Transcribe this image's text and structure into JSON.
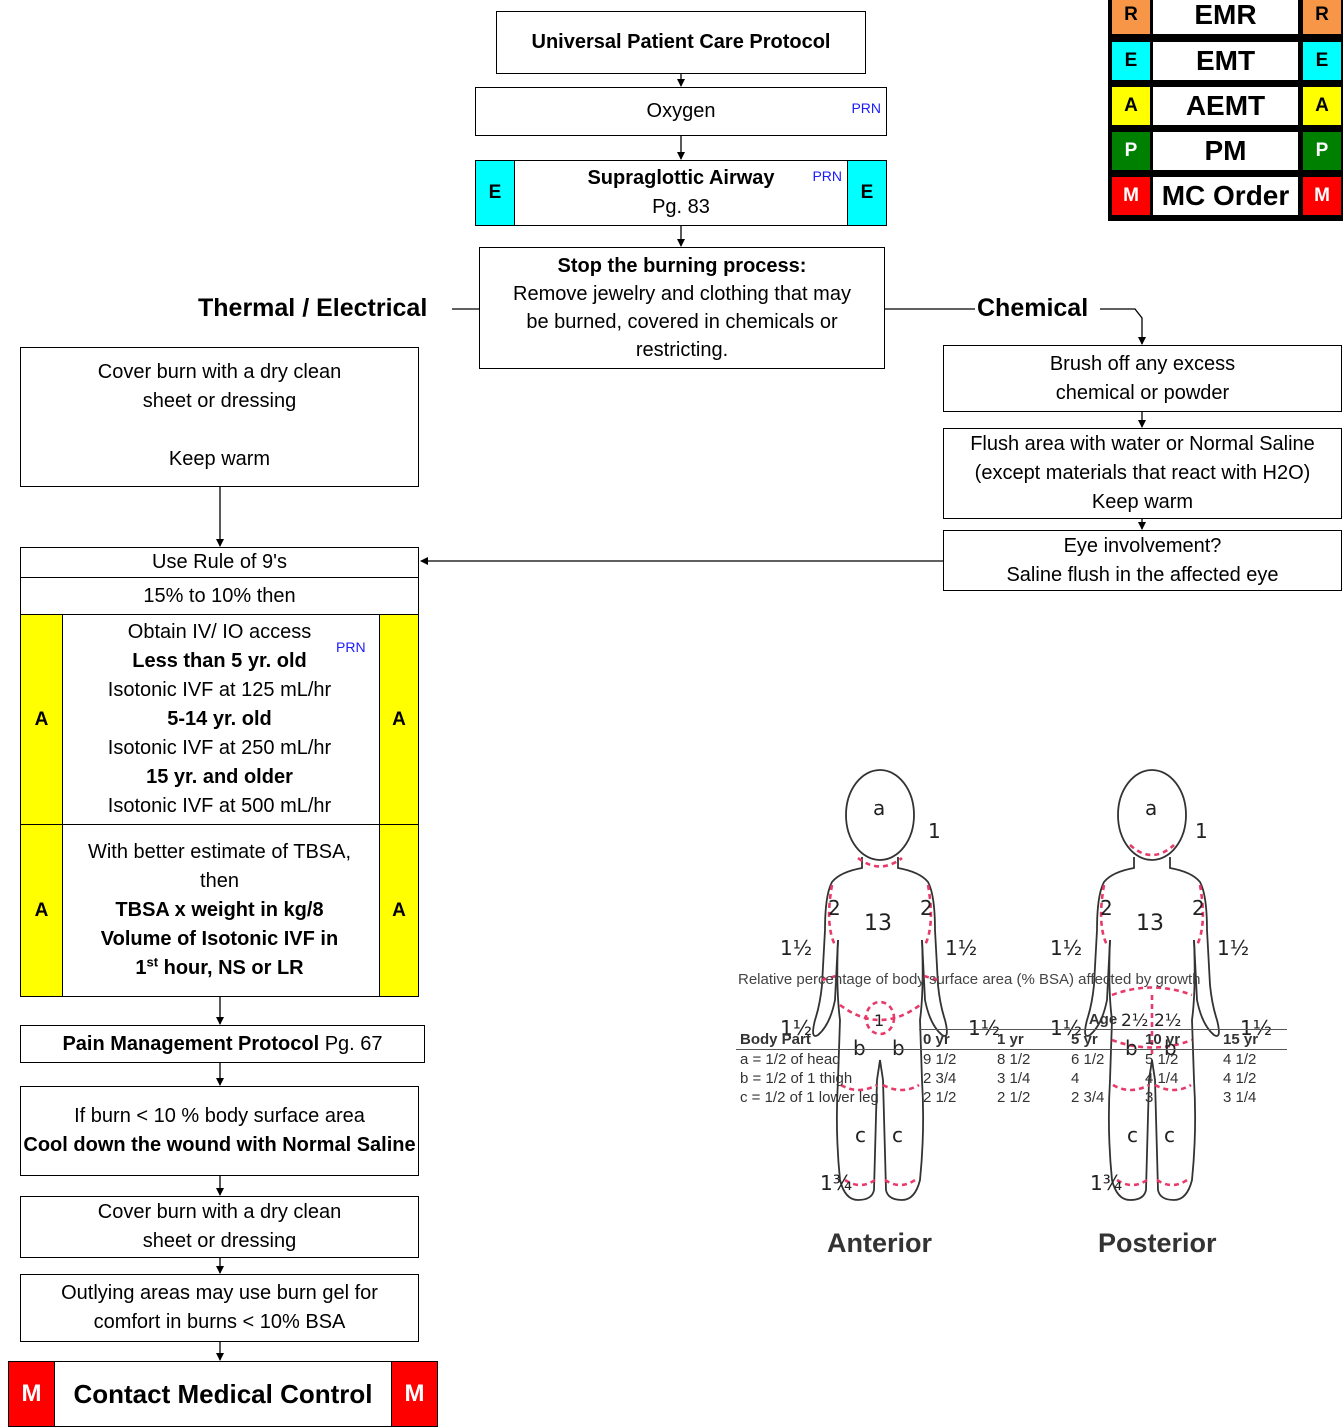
{
  "flow": {
    "universal": "Universal Patient Care Protocol",
    "oxygen": "Oxygen",
    "prn": "PRN",
    "supraglottic_title": "Supraglottic Airway",
    "supraglottic_page": "Pg. 83",
    "stop_title": "Stop the burning process:",
    "stop_body": "Remove jewelry and clothing that may be burned, covered in chemicals or restricting.",
    "thermal_label": "Thermal / Electrical",
    "chemical_label": "Chemical",
    "cover_dry_1": "Cover burn with a dry clean sheet or dressing",
    "keep_warm": "Keep warm",
    "brush_off": "Brush off any excess chemical or powder",
    "flush_area": "Flush area with water or Normal Saline (except materials that react with H2O)  Keep warm",
    "eye_q": "Eye involvement?",
    "eye_a": "Saline flush in the affected eye",
    "rule_of_9": "Use Rule of 9's",
    "pct_15_10": "15% to 10% then",
    "iv_access": "Obtain IV/ IO access",
    "lt5_label": "Less than 5 yr. old",
    "lt5_rate": "Isotonic IVF at 125 mL/hr",
    "age5_14_label": "5-14 yr. old",
    "age5_14_rate": "Isotonic IVF at 250 mL/hr",
    "age15_label": "15 yr. and older",
    "age15_rate": "Isotonic IVF at 500 mL/hr",
    "better_estimate": "With better estimate of TBSA, then",
    "tbsa_formula": "TBSA x weight in kg/8",
    "volume_line": "Volume of Isotonic IVF in",
    "first_num": "1",
    "first_sup": "st",
    "first_rest": " hour, NS or LR",
    "pain_title": "Pain Management Protocol",
    "pain_page": "Pg. 67",
    "if_burn": "If burn < 10 % body surface area",
    "cool_down": "Cool down the wound with Normal Saline",
    "cover_dry_2": "Cover burn with a dry clean sheet or dressing",
    "outlying": "Outlying areas may use burn gel for comfort in burns < 10% BSA",
    "contact": "Contact Medical Control"
  },
  "badges": {
    "E": "E",
    "A": "A",
    "M": "M"
  },
  "legend": [
    {
      "letter": "R",
      "label": "EMR",
      "color": "#f79646"
    },
    {
      "letter": "E",
      "label": "EMT",
      "color": "#00ffff"
    },
    {
      "letter": "A",
      "label": "AEMT",
      "color": "#ffff00"
    },
    {
      "letter": "P",
      "label": "PM",
      "color": "#008000"
    },
    {
      "letter": "M",
      "label": "MC Order",
      "color": "#ff0000"
    }
  ],
  "body_chart": {
    "anterior_label": "Anterior",
    "posterior_label": "Posterior",
    "caption": "Relative percentage of body surface area (% BSA) affected by growth",
    "labels": {
      "a": "a",
      "b": "b",
      "c": "c",
      "one": "1",
      "two": "2",
      "thirteen": "13",
      "one_half": "1½",
      "two_half": "2½",
      "one_three_quarter": "1¾"
    },
    "table": {
      "age_header": "Age",
      "body_part_header": "Body Part",
      "ages": [
        "0 yr",
        "1 yr",
        "5 yr",
        "10 yr",
        "15 yr"
      ],
      "rows": [
        {
          "part": "a = 1/2 of head",
          "values": [
            "9 1/2",
            "8 1/2",
            "6 1/2",
            "5 1/2",
            "4 1/2"
          ]
        },
        {
          "part": "b = 1/2 of 1 thigh",
          "values": [
            "2 3/4",
            "3 1/4",
            "4",
            "4 1/4",
            "4 1/2"
          ]
        },
        {
          "part": "c = 1/2 of 1 lower leg",
          "values": [
            "2 1/2",
            "2 1/2",
            "2 3/4",
            "3",
            "3 1/4"
          ]
        }
      ]
    }
  }
}
